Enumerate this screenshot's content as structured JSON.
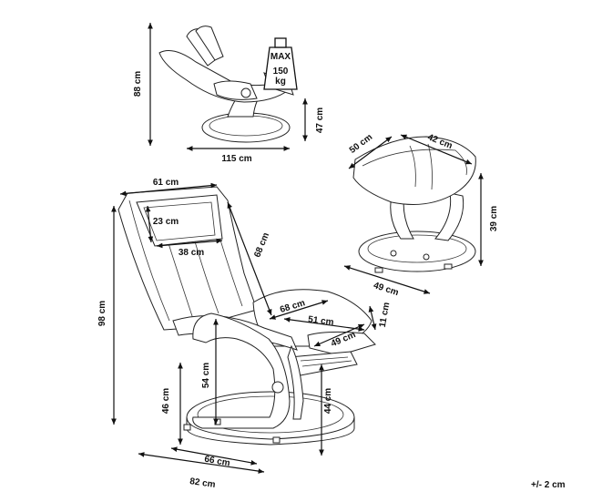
{
  "dimensions": {
    "top_height": "88 cm",
    "top_length": "115 cm",
    "top_seat_height": "47 cm",
    "max_load_label": "MAX",
    "max_load_value": "150",
    "max_load_unit": "kg",
    "stool_depth": "50 cm",
    "stool_width": "42 cm",
    "stool_height": "39 cm",
    "stool_base": "49 cm",
    "chair_width": "61 cm",
    "headrest_height": "23 cm",
    "headrest_width": "38 cm",
    "backrest_length": "68 cm",
    "chair_total_height": "98 cm",
    "seat_depth": "68 cm",
    "seat_width": "51 cm",
    "seat_thickness": "11 cm",
    "seat_inner": "49 cm",
    "armrest_height": "54 cm",
    "seat_height": "46 cm",
    "stand_height": "44 cm",
    "base_depth": "66 cm",
    "total_depth": "82 cm"
  },
  "tolerance": "+/- 2 cm"
}
